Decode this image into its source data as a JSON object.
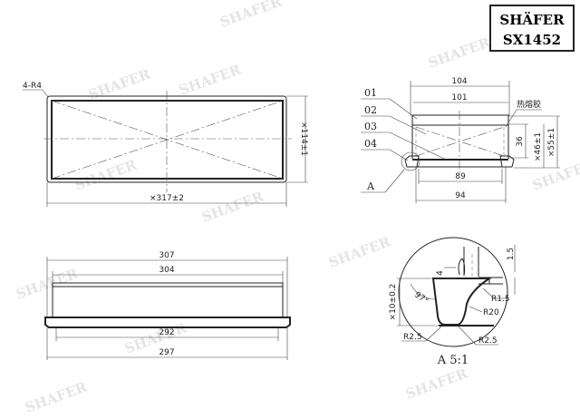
{
  "logo": {
    "brand": "SHÄFER",
    "part_number": "SX1452"
  },
  "watermark": "SHAFER",
  "top_view": {
    "corner_radius": "4-R4",
    "length": "×317±2",
    "width": "×114±1"
  },
  "front_view": {
    "dim_outer_top": "307",
    "dim_inner_top": "304",
    "dim_inner_bottom": "292",
    "dim_outer_bottom": "297"
  },
  "section_view": {
    "dim_top_outer": "104",
    "dim_top_inner": "101",
    "dim_bottom_inner": "89",
    "dim_bottom_outer": "94",
    "dim_height_pleat": "36",
    "dim_height_mid": "×46±1",
    "dim_height_total": "×55±1",
    "hot_melt_label": "热熔胶",
    "parts": [
      "01",
      "02",
      "03",
      "04"
    ],
    "detail_ref": "A"
  },
  "detail_view": {
    "title": "A 5:1",
    "dim_4": "4",
    "dim_1_5": "1.5",
    "dim_height": "×10±0.2",
    "angle": "97°",
    "r1_5": "R1.5",
    "r20": "R20",
    "r2_5_left": "R2.5",
    "r2_5_right": "R2.5"
  }
}
